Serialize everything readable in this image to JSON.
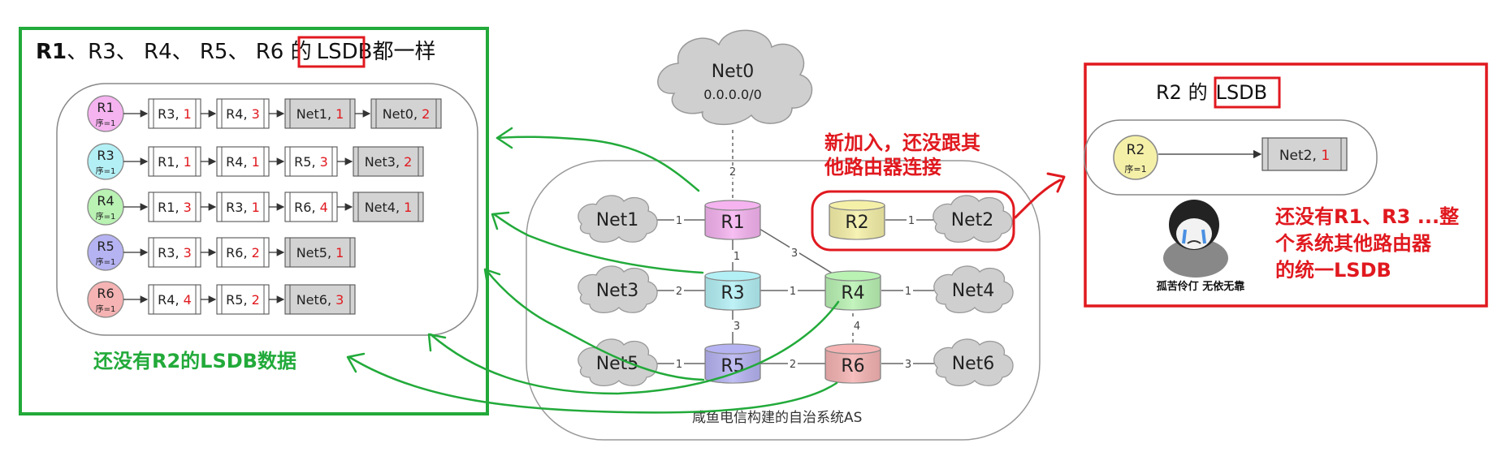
{
  "left_panel": {
    "title_bold": "R1",
    "title_rest": "、R3、 R4、 R5、 R6 的",
    "title_lsdb": "LSDB",
    "title_tail": "都一样",
    "rows": [
      {
        "router": "R1",
        "seq": "序=1",
        "color": "#f5b3f0",
        "entries": [
          {
            "name": "R3",
            "cost": "1",
            "kind": "router"
          },
          {
            "name": "R4",
            "cost": "3",
            "kind": "router"
          },
          {
            "name": "Net1",
            "cost": "1",
            "kind": "net"
          },
          {
            "name": "Net0",
            "cost": "2",
            "kind": "net"
          }
        ]
      },
      {
        "router": "R3",
        "seq": "序=1",
        "color": "#b3f0f5",
        "entries": [
          {
            "name": "R1",
            "cost": "1",
            "kind": "router"
          },
          {
            "name": "R4",
            "cost": "1",
            "kind": "router"
          },
          {
            "name": "R5",
            "cost": "3",
            "kind": "router"
          },
          {
            "name": "Net3",
            "cost": "2",
            "kind": "net"
          }
        ]
      },
      {
        "router": "R4",
        "seq": "序=1",
        "color": "#b9f2b3",
        "entries": [
          {
            "name": "R1",
            "cost": "3",
            "kind": "router"
          },
          {
            "name": "R3",
            "cost": "1",
            "kind": "router"
          },
          {
            "name": "R6",
            "cost": "4",
            "kind": "router"
          },
          {
            "name": "Net4",
            "cost": "1",
            "kind": "net"
          }
        ]
      },
      {
        "router": "R5",
        "seq": "序=1",
        "color": "#b6b3f2",
        "entries": [
          {
            "name": "R3",
            "cost": "3",
            "kind": "router"
          },
          {
            "name": "R6",
            "cost": "2",
            "kind": "router"
          },
          {
            "name": "Net5",
            "cost": "1",
            "kind": "net"
          }
        ]
      },
      {
        "router": "R6",
        "seq": "序=1",
        "color": "#f5b3b3",
        "entries": [
          {
            "name": "R4",
            "cost": "4",
            "kind": "router"
          },
          {
            "name": "R5",
            "cost": "2",
            "kind": "router"
          },
          {
            "name": "Net6",
            "cost": "3",
            "kind": "net"
          }
        ]
      }
    ],
    "note": "还没有R2的LSDB数据"
  },
  "network": {
    "net0_label": "Net0",
    "net0_addr": "0.0.0.0/0",
    "as_caption": "咸鱼电信构建的自治系统AS",
    "new_note_line1": "新加入，还没跟其",
    "new_note_line2": "他路由器连接",
    "nodes": {
      "R1": {
        "label": "R1",
        "color": "#f5b3f0"
      },
      "R2": {
        "label": "R2",
        "color": "#f5f0a8"
      },
      "R3": {
        "label": "R3",
        "color": "#b3f0f5"
      },
      "R4": {
        "label": "R4",
        "color": "#b9f2b3"
      },
      "R5": {
        "label": "R5",
        "color": "#b6b3f2"
      },
      "R6": {
        "label": "R6",
        "color": "#f5b3b3"
      }
    },
    "clouds": {
      "Net1": "Net1",
      "Net2": "Net2",
      "Net3": "Net3",
      "Net4": "Net4",
      "Net5": "Net5",
      "Net6": "Net6"
    },
    "link_costs": {
      "net0_r1": "2",
      "net1_r1": "1",
      "r1_r3": "1",
      "r1_r4": "3",
      "r2_net2": "1",
      "net3_r3": "2",
      "r3_r4": "1",
      "r4_net4": "1",
      "r3_r5": "3",
      "r4_r6": "4",
      "net5_r5": "1",
      "r5_r6": "2",
      "r6_net6": "3"
    }
  },
  "right_panel": {
    "title": "R2 的",
    "title_lsdb": "LSDB",
    "router": "R2",
    "seq": "序=1",
    "router_color": "#f5f0a8",
    "entry_name": "Net2",
    "entry_cost": "1",
    "note_line1": "还没有R1、R3 ...整",
    "note_line2": "个系统其他路由器",
    "note_line3": "的统一LSDB",
    "meme_caption": "孤苦伶仃 无依无靠"
  },
  "colors": {
    "green": "#22aa3a",
    "red": "#e0191f",
    "cost_red": "#e0191f"
  }
}
